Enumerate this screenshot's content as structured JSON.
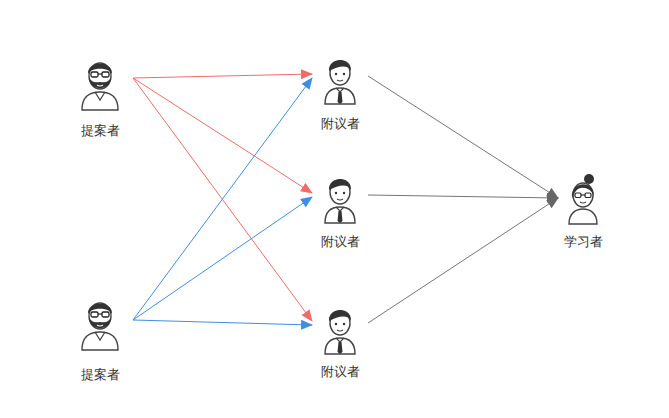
{
  "diagram": {
    "nodes": [
      {
        "text": [
          "提案者"
        ]
      },
      {
        "text": [
          "提案者"
        ]
      },
      {
        "text": [
          "附议者"
        ]
      },
      {
        "text": [
          "附议者"
        ]
      },
      {
        "text": [
          "附议者"
        ]
      },
      {
        "text": [
          "学习者"
        ]
      }
    ],
    "edges": [
      {
        "from": 0,
        "to": 2,
        "arrow": "to"
      },
      {
        "from": 0,
        "to": 3,
        "arrow": "to"
      },
      {
        "from": 0,
        "to": 4,
        "arrow": "to"
      },
      {
        "from": 1,
        "to": 2,
        "arrow": "to"
      },
      {
        "from": 1,
        "to": 3,
        "arrow": "to"
      },
      {
        "from": 1,
        "to": 4,
        "arrow": "to"
      },
      {
        "from": 2,
        "to": 5,
        "arrow": "to"
      },
      {
        "from": 3,
        "to": 5,
        "arrow": "to"
      },
      {
        "from": 4,
        "to": 5,
        "arrow": "to"
      }
    ]
  }
}
